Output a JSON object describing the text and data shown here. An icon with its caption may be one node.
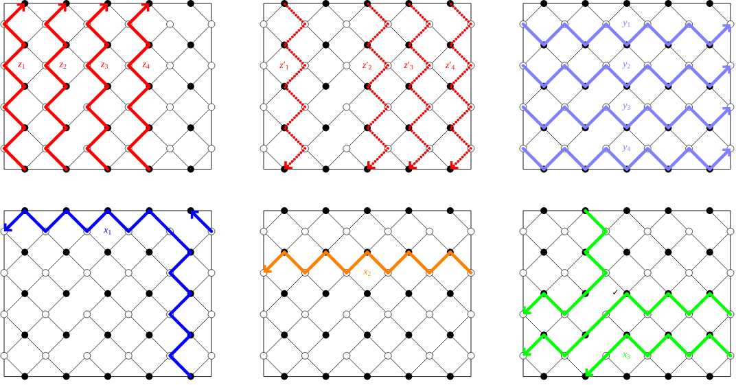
{
  "diagram": {
    "labels": [
      "*z*$_{1}$",
      "*z*$_{2}$",
      "*z*$_{3}$",
      "*z*$_{4}$",
      "*z*′$_{1}$",
      "*z*′$_{2}$",
      "*z*′$_{3}$",
      "*z*′$_{4}$",
      "*y*$_{1}$",
      "*y*$_{2}$",
      "*y*$_{3}$",
      "*y*$_{4}$",
      "*x*$_{1}$",
      "*x*$_{2}$",
      "✓",
      "*x*$_{3}$"
    ]
  }
}
